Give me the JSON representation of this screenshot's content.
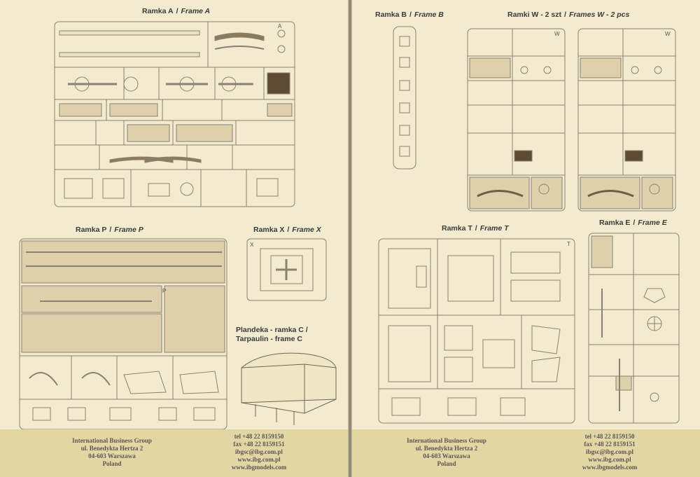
{
  "left_page": {
    "frame_a": {
      "title": "Ramka A",
      "subtitle": "Frame A",
      "letter": "A"
    },
    "frame_p": {
      "title": "Ramka P",
      "subtitle": "Frame P",
      "letter": "P"
    },
    "frame_x": {
      "title": "Ramka X",
      "subtitle": "Frame X",
      "letter": "X"
    },
    "tarpaulin": {
      "line1": "Plandeka - ramka C /",
      "line2": "Tarpaulin - frame C"
    },
    "footer": {
      "company": [
        "International Business Group",
        "ul. Benedykta Hertza 2",
        "04-603 Warszawa",
        "Poland"
      ],
      "contact": [
        "tel +48 22 8159150",
        "fax +48 22 8159151",
        "ibgsc@ibg.com.pl",
        "www.ibg.com.pl",
        "www.ibgmodels.com"
      ]
    }
  },
  "right_page": {
    "frame_b": {
      "title": "Ramka B",
      "subtitle": "Frame B"
    },
    "frames_w": {
      "title": "Ramki W - 2 szt",
      "subtitle": "Frames W - 2 pcs",
      "letter": "W"
    },
    "frame_t": {
      "title": "Ramka T",
      "subtitle": "Frame T",
      "letter": "T"
    },
    "frame_e": {
      "title": "Ramka E",
      "subtitle": "Frame E"
    },
    "footer": {
      "company": [
        "International Business Group",
        "ul. Benedykta Hertza 2",
        "04-603 Warszawa",
        "Poland"
      ],
      "contact": [
        "tel +48 22 8159150",
        "fax +48 22 8159151",
        "ibgsc@ibg.com.pl",
        "www.ibg.com.pl",
        "www.ibgmodels.com"
      ]
    }
  },
  "colors": {
    "paper": "#f2ebcf",
    "sprue_line": "#8a8270",
    "shaded_part": "#ddd0ab",
    "dark_part": "#5e4a35",
    "footer_band": "#e3d6a5",
    "text": "#3a3a3a"
  }
}
